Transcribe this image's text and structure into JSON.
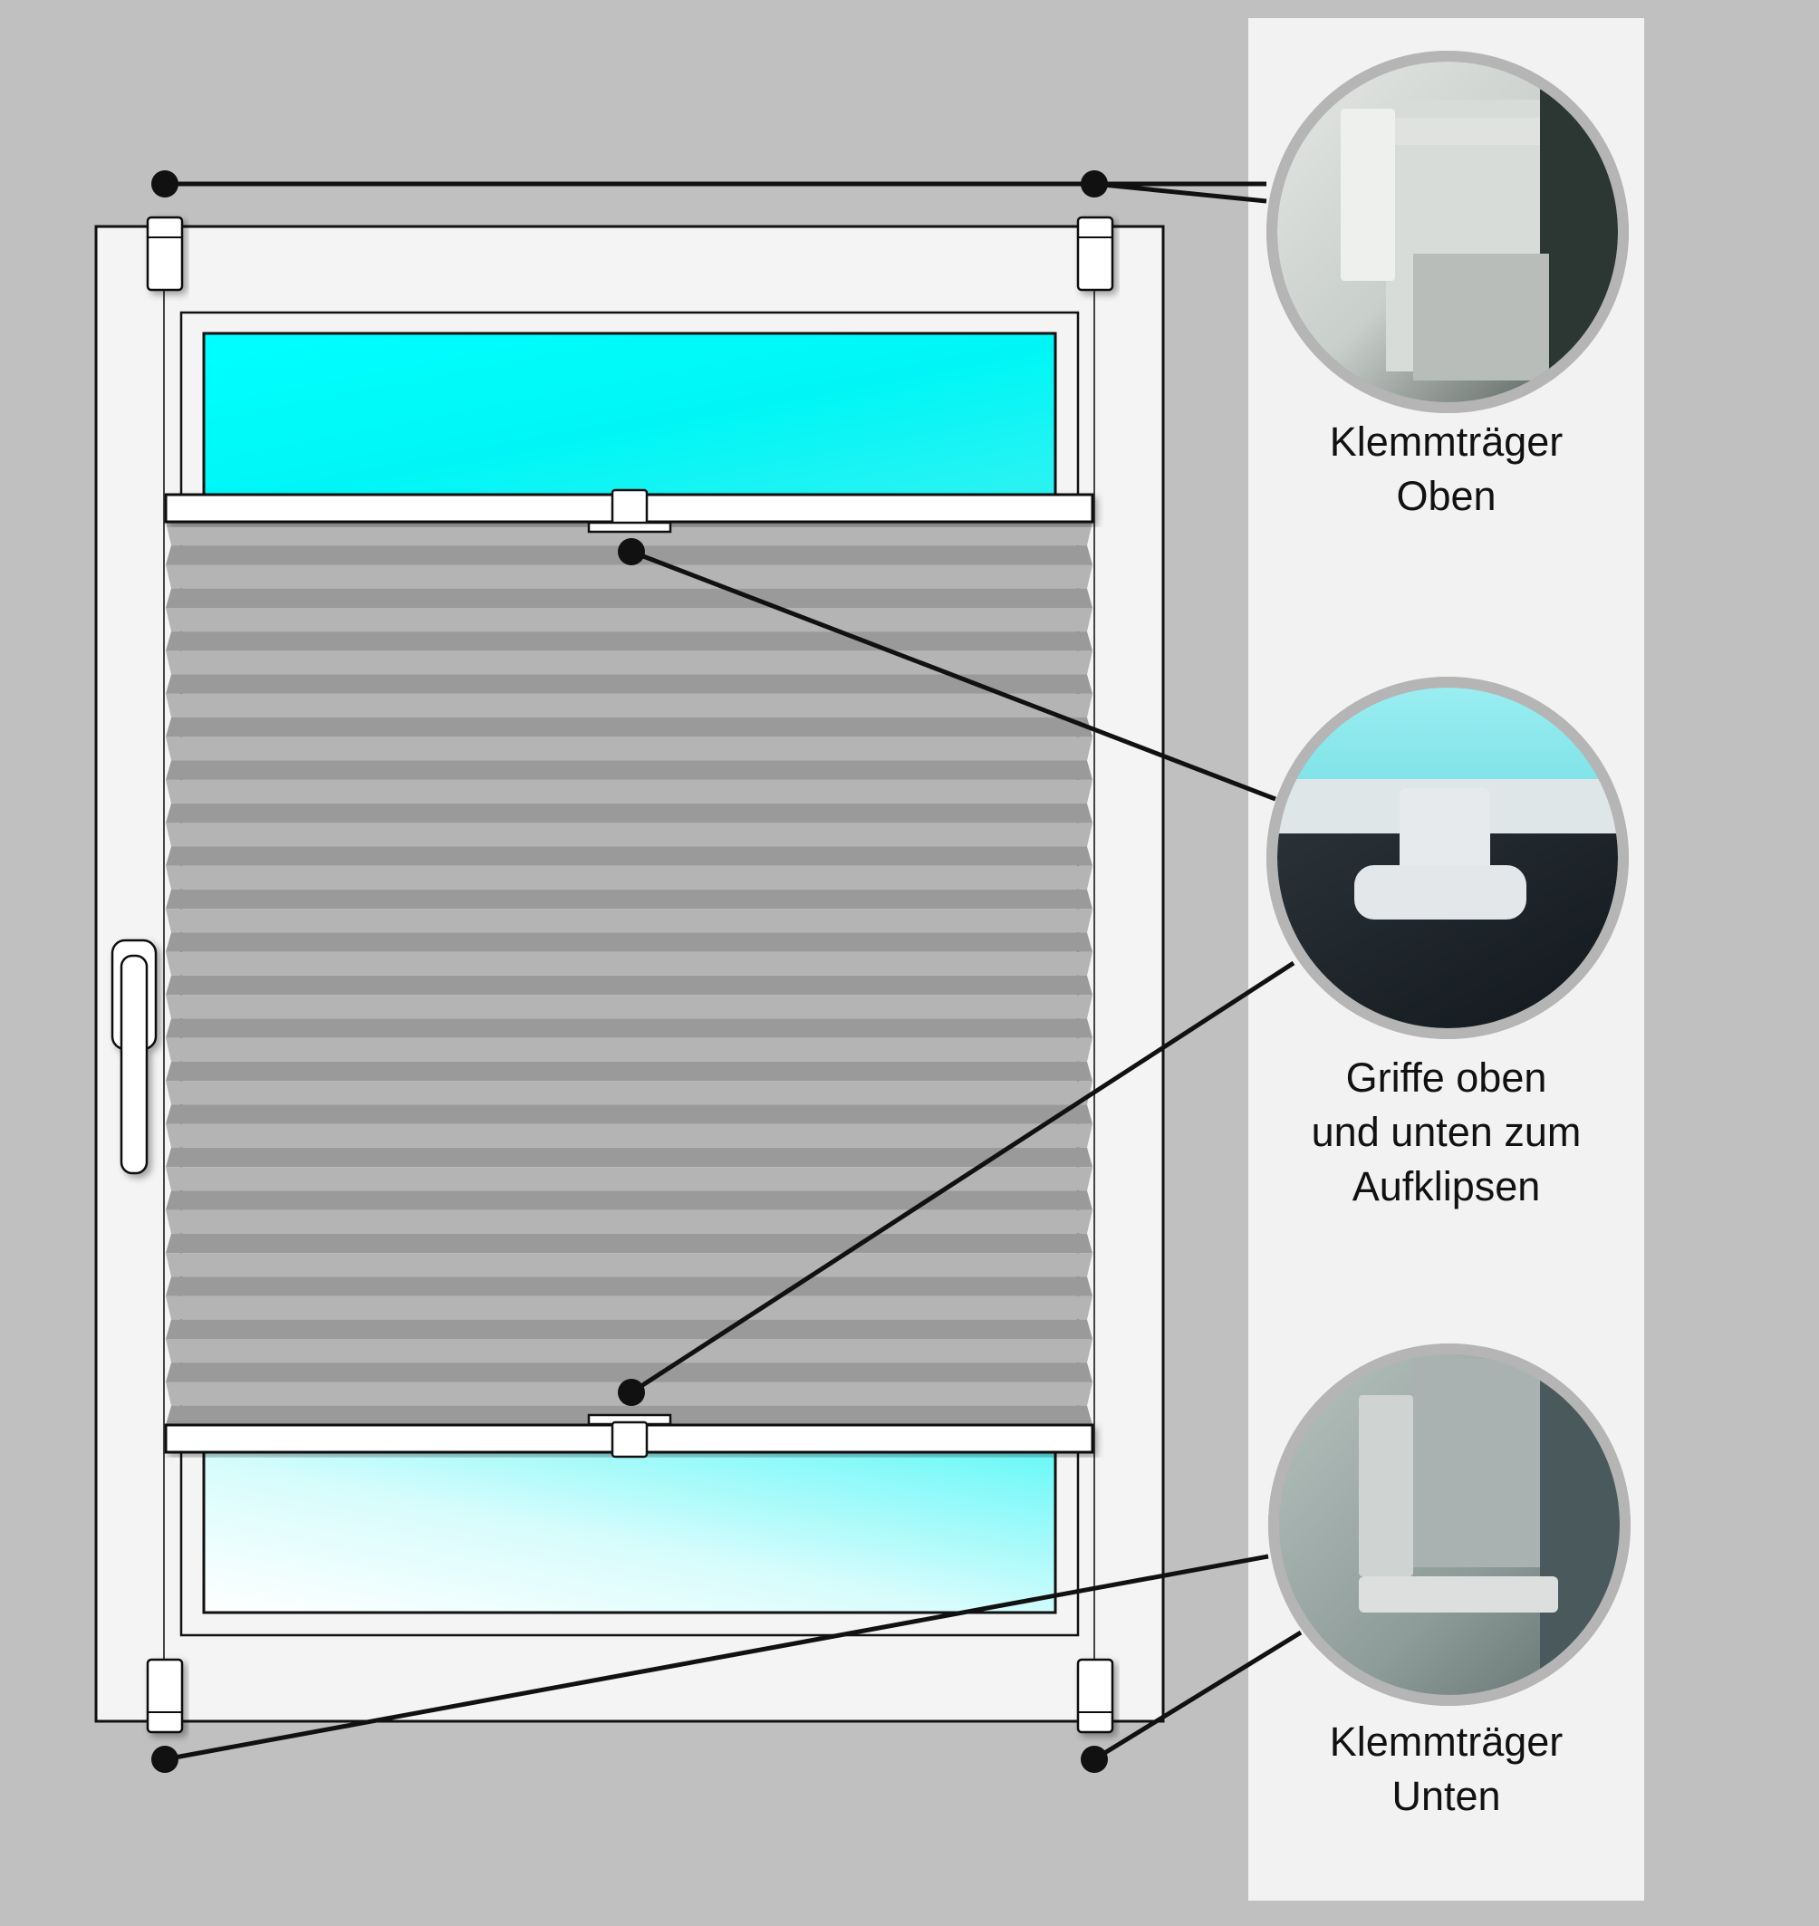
{
  "labels": {
    "top_clip": "Klemmträger\nOben",
    "handles": "Griffe oben\nund unten zum\nAufklipsen",
    "bottom_clip": "Klemmträger\nUnten"
  },
  "colors": {
    "background": "#c0c0c0",
    "panel": "#f2f2f2",
    "frame": "#f4f4f4",
    "glass": "#00ffff",
    "pleat_light": "#b4b4b4",
    "pleat_dark": "#9a9a9a",
    "line": "#111111"
  }
}
